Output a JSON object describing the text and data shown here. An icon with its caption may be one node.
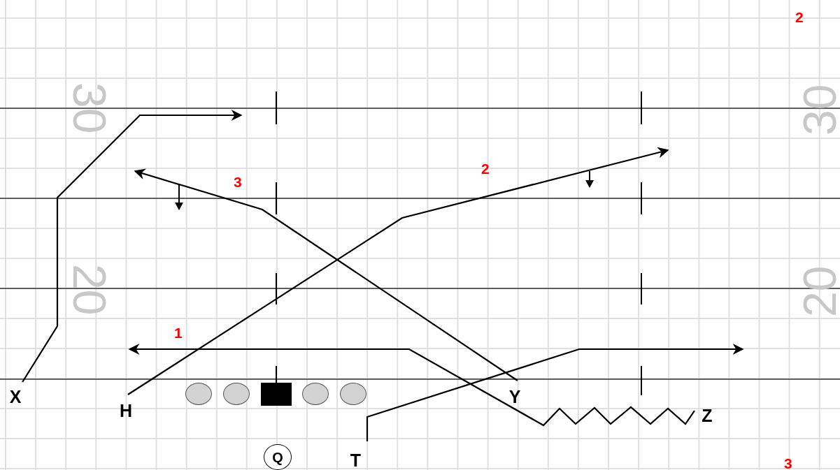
{
  "diagram": {
    "nodes": [
      {
        "text": [
          "X"
        ]
      },
      {
        "text": [
          "H"
        ]
      },
      {
        "text": [],
        "shape": "ellipse"
      },
      {
        "text": [],
        "shape": "ellipse"
      },
      {
        "text": [],
        "shape": "box"
      },
      {
        "text": [],
        "shape": "ellipse"
      },
      {
        "text": [],
        "shape": "ellipse"
      },
      {
        "text": [
          "Y"
        ]
      },
      {
        "text": [
          "Z"
        ]
      },
      {
        "text": [
          "Q"
        ]
      },
      {
        "text": [
          "T"
        ]
      }
    ],
    "edges": [
      {
        "from": 0,
        "to": null,
        "arrow": "to"
      },
      {
        "from": 1,
        "to": null,
        "arrow": "to"
      },
      {
        "from": 7,
        "to": null,
        "arrow": "to"
      },
      {
        "from": 8,
        "to": null,
        "arrow": "to"
      },
      {
        "from": 10,
        "to": null,
        "arrow": "to"
      }
    ],
    "labels": [
      "2",
      "30",
      "30",
      "2",
      "3",
      "20",
      "20",
      "1",
      "3"
    ]
  }
}
